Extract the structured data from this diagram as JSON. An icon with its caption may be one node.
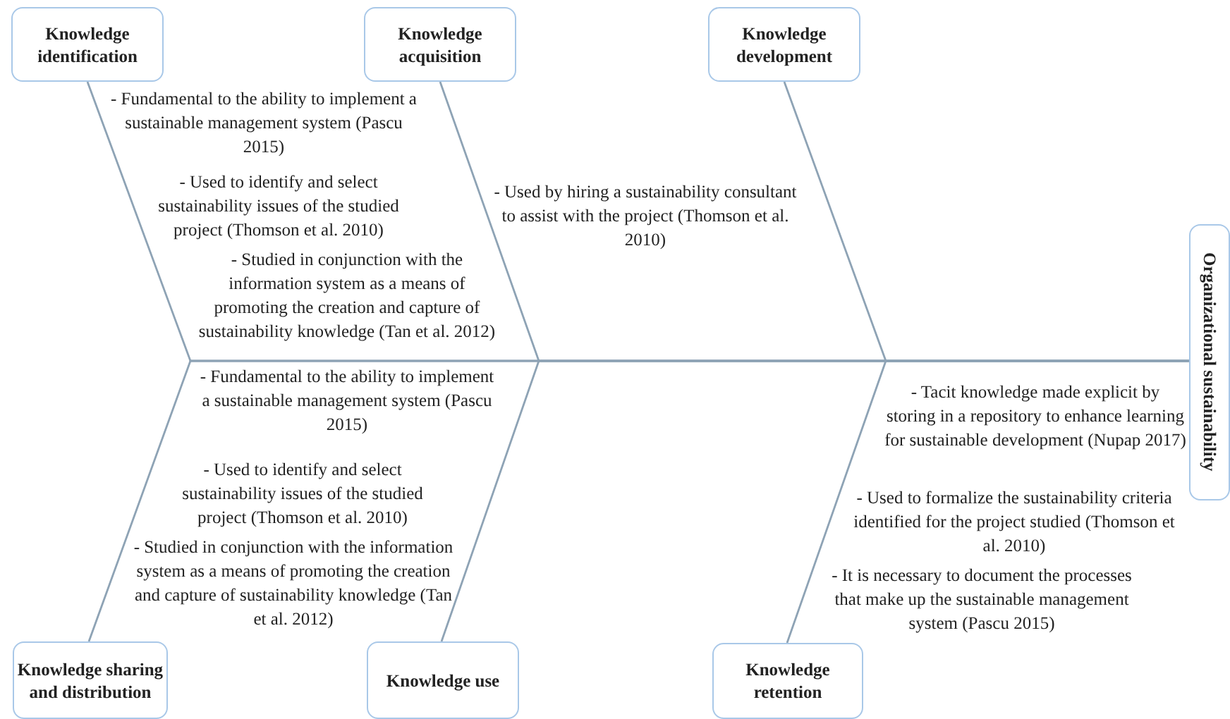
{
  "diagram": {
    "nodes": [
      {
        "text": [
          "Knowledge identification"
        ]
      },
      {
        "text": [
          "Knowledge acquisition"
        ]
      },
      {
        "text": [
          "Knowledge development"
        ]
      },
      {
        "text": [
          "Organizational sustainability"
        ]
      },
      {
        "text": [
          "Knowledge sharing and distribution"
        ]
      },
      {
        "text": [
          "Knowledge use"
        ]
      },
      {
        "text": [
          "Knowledge retention"
        ]
      }
    ],
    "edges": [
      {
        "from": 0,
        "to": 3,
        "arrow": "none"
      },
      {
        "from": 1,
        "to": 3,
        "arrow": "none"
      },
      {
        "from": 2,
        "to": 3,
        "arrow": "none"
      },
      {
        "from": 4,
        "to": 3,
        "arrow": "none"
      },
      {
        "from": 5,
        "to": 3,
        "arrow": "none"
      },
      {
        "from": 6,
        "to": 3,
        "arrow": "none"
      }
    ],
    "labels": [
      "- Fundamental to the ability to implement a sustainable management system (Pascu 2015)",
      "- Used to identify and select sustainability issues of the studied project (Thomson et al. 2010)",
      "- Studied in conjunction with the information system as a means of promoting the creation and capture of sustainability knowledge (Tan et al. 2012)",
      "- Used by hiring a sustainability consultant to assist with the project (Thomson et al. 2010)",
      "- Fundamental to the ability to implement a sustainable management system (Pascu 2015)",
      "- Used to identify and select sustainability issues of the studied project (Thomson et al. 2010)",
      "- Studied in conjunction with the information system as a means of promoting the creation and capture of sustainability knowledge (Tan et al. 2012)",
      "- Tacit knowledge made explicit by storing in a repository to enhance learning for sustainable development (Nupap 2017)",
      "- Used to formalize the sustainability criteria identified for the project studied (Thomson et al. 2010)",
      "- It is necessary to document the processes that make up the sustainable management system (Pascu 2015)"
    ]
  }
}
